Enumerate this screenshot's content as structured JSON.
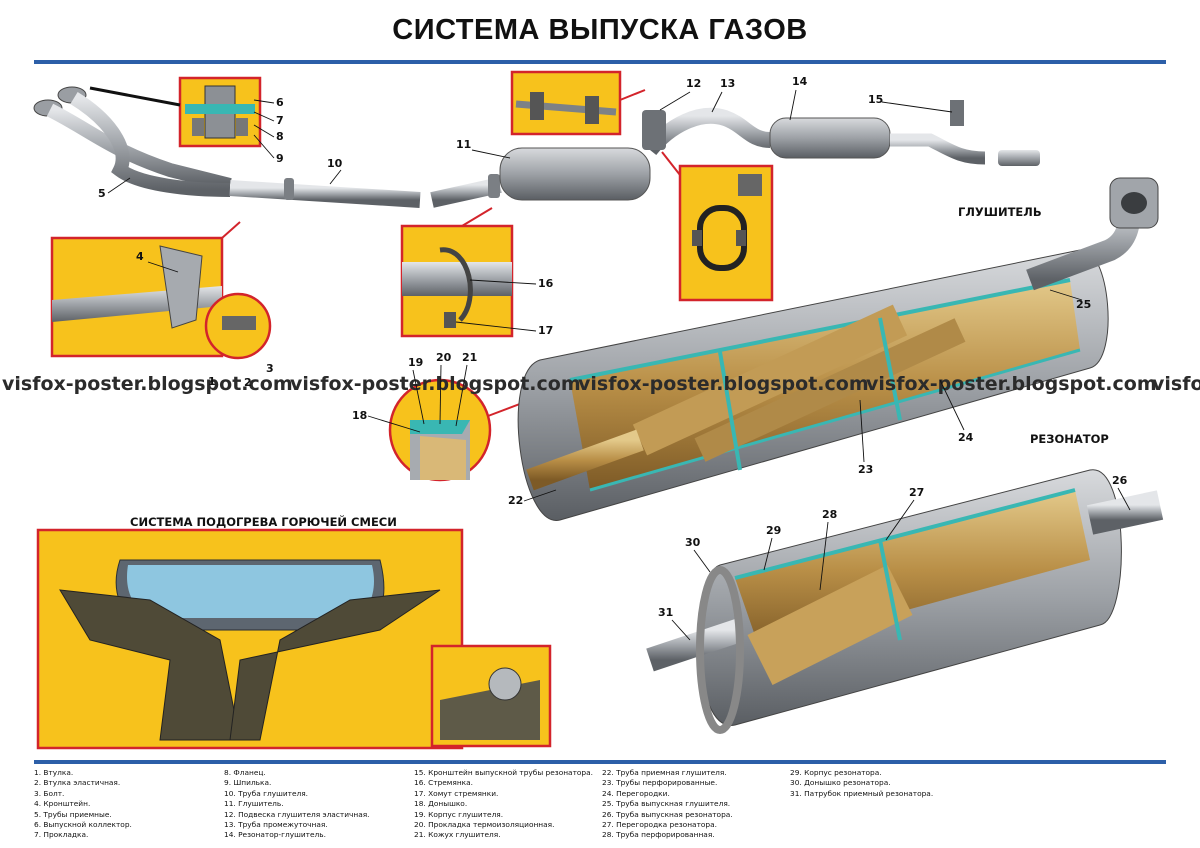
{
  "title": "СИСТЕМА ВЫПУСКА ГАЗОВ",
  "sections": {
    "muffler": "ГЛУШИТЕЛЬ",
    "resonator": "РЕЗОНАТОР",
    "heating": "СИСТЕМА ПОДОГРЕВА ГОРЮЧЕЙ СМЕСИ"
  },
  "watermark": "visfox-poster.blogspot.com",
  "watermark_partial": "visfox",
  "callouts": [
    "1",
    "2",
    "3",
    "4",
    "5",
    "6",
    "7",
    "8",
    "9",
    "10",
    "11",
    "12",
    "13",
    "14",
    "15",
    "16",
    "17",
    "18",
    "19",
    "20",
    "21",
    "22",
    "23",
    "24",
    "25",
    "26",
    "27",
    "28",
    "29",
    "30",
    "31"
  ],
  "legend": [
    "1. Втулка.",
    "2. Втулка эластичная.",
    "3. Болт.",
    "4. Кронштейн.",
    "5. Трубы приемные.",
    "6. Выпускной коллектор.",
    "7. Прокладка.",
    "8. Фланец.",
    "9. Шпилька.",
    "10. Труба глушителя.",
    "11. Глушитель.",
    "12. Подвеска глушителя эластичная.",
    "13. Труба промежуточная.",
    "14. Резонатор-глушитель.",
    "15. Кронштейн выпускной трубы резонатора.",
    "16. Стремянка.",
    "17. Хомут стремянки.",
    "18. Донышко.",
    "19. Корпус глушителя.",
    "20. Прокладка термоизоляционная.",
    "21. Кожух глушителя.",
    "22. Труба приемная глушителя.",
    "23. Трубы перфорированные.",
    "24. Перегородки.",
    "25. Труба выпускная глушителя.",
    "26. Труба выпускная резонатора.",
    "27. Перегородка резонатора.",
    "28. Труба перфорированная.",
    "29. Корпус резонатора.",
    "30. Донышко резонатора.",
    "31. Патрубок приемный резонатора."
  ],
  "colors": {
    "rule": "#2c5fa8",
    "panel": "#f7c21c",
    "panel_border": "#d3242b",
    "metal": "#a9adb2",
    "interior": "#c8a15a",
    "gasket": "#39b7b3"
  }
}
